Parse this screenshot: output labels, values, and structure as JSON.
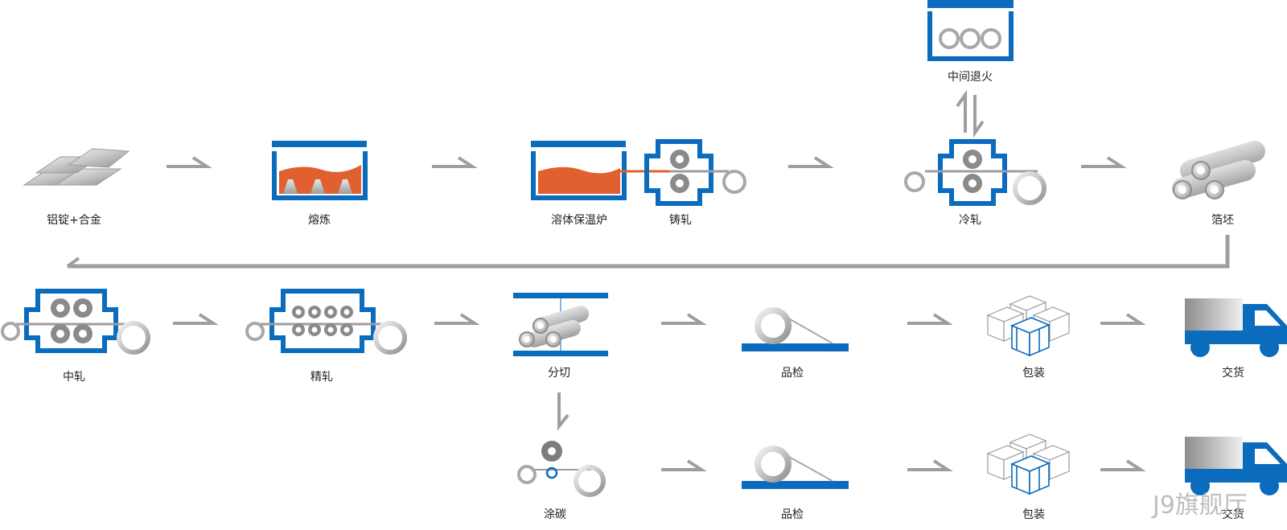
{
  "steps": {
    "ingot": "铝锭+合金",
    "melting": "熔炼",
    "holding_furnace": "溶体保温炉",
    "cast_rolling": "铸轧",
    "cold_rolling": "冷轧",
    "intermediate_annealing": "中间退火",
    "foil_stock": "箔坯",
    "intermediate_rolling": "中轧",
    "finish_rolling": "精轧",
    "slitting": "分切",
    "inspection_1": "品检",
    "packaging_1": "包装",
    "delivery_1": "交货",
    "carbon_coating": "涂碳",
    "inspection_2": "品检",
    "packaging_2": "包装",
    "delivery_2": "交货"
  },
  "watermark": "J9旗舰厅",
  "colors": {
    "blue": "#0b6bbd",
    "orange": "#e06030",
    "arrow_gray": "#9e9e9e",
    "metal_light": "#e6e6e6",
    "metal_dark": "#8f8f8f"
  }
}
